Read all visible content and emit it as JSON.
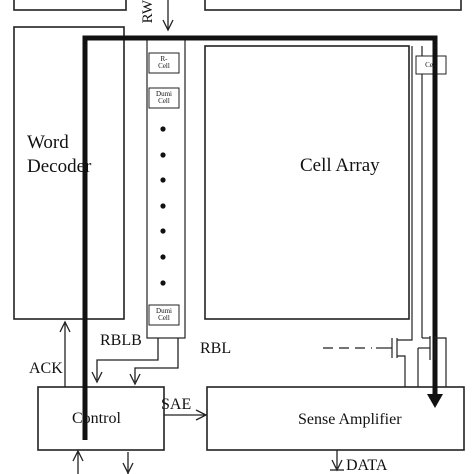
{
  "blocks": {
    "word_decoder": "Word\nDecoder",
    "cell_array": "Cell Array",
    "control": "Control",
    "sense_amplifier": "Sense Amplifier"
  },
  "signals": {
    "rw": "RW",
    "ack": "ACK",
    "rblb": "RBLB",
    "rbl": "RBL",
    "sae": "SAE",
    "data": "DATA"
  },
  "cells": {
    "replica_cell": "R-\nCell",
    "dummy_cell_top": "Dumi\nCell",
    "dummy_cell_bottom": "Dumi\nCell",
    "array_cell": "Cell"
  }
}
